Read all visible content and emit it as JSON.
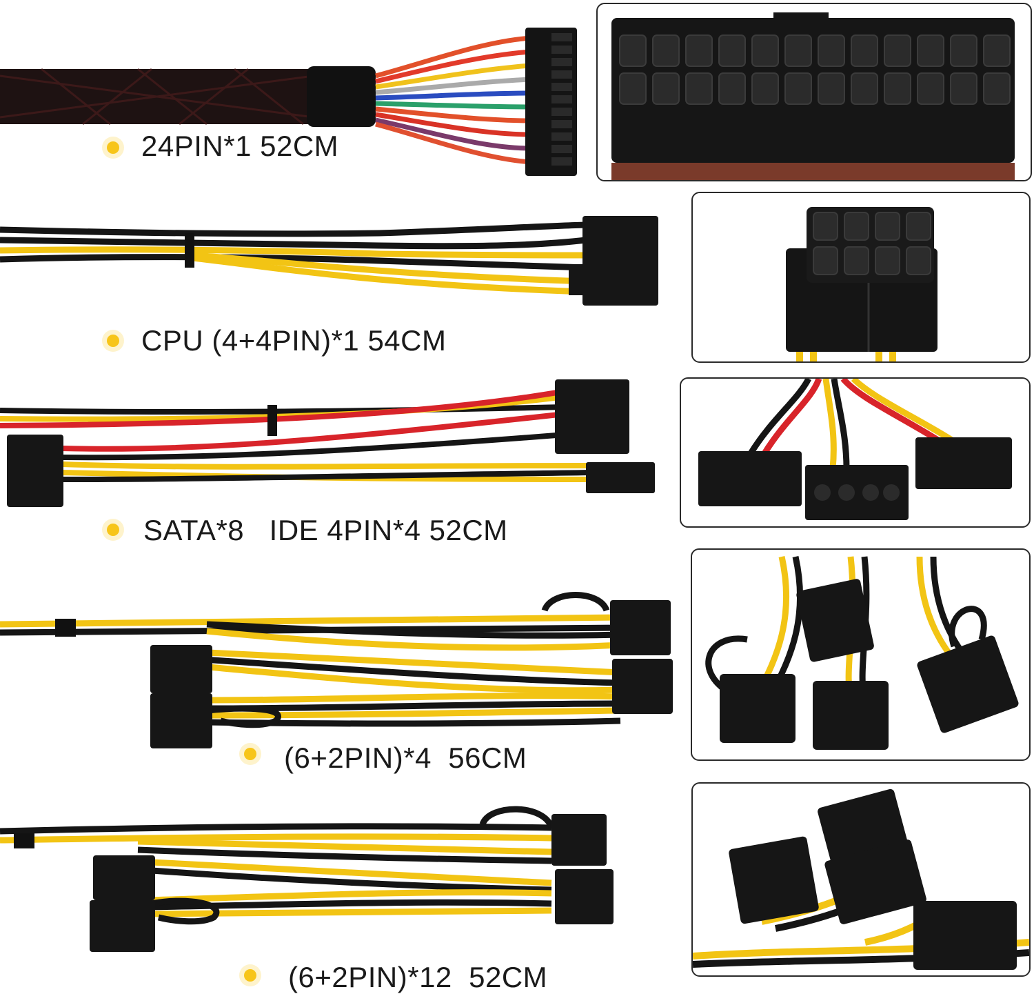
{
  "cables": [
    {
      "id": "atx24",
      "label": "24PIN*1 52CM"
    },
    {
      "id": "cpu",
      "label": "CPU (4+4PIN)*1 54CM"
    },
    {
      "id": "sata",
      "label": "SATA*8   IDE 4PIN*4 52CM"
    },
    {
      "id": "pcie4",
      "label": "(6+2PIN)*4  56CM"
    },
    {
      "id": "pcie12",
      "label": "(6+2PIN)*12  52CM"
    }
  ],
  "colors": {
    "wire_yellow": "#f2c414",
    "wire_black": "#151515",
    "wire_red": "#d8242a",
    "connector": "#161616",
    "bullet": "#f7c51a",
    "panel_border": "#2a2a2a"
  }
}
